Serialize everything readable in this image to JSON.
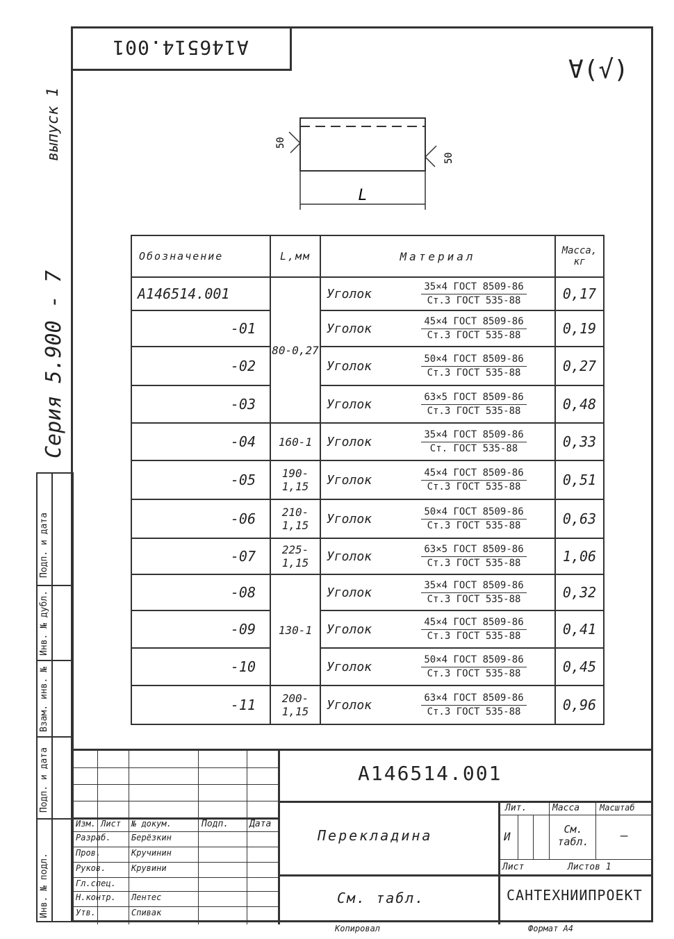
{
  "stamp_top": "А146514.001",
  "side_title": {
    "series": "Серия 5.900 - 7",
    "issue": "выпуск 1"
  },
  "roughness": "∀(√)",
  "sketch": {
    "rough_left": "50",
    "rough_right": "50",
    "length_label": "L"
  },
  "table": {
    "headers": [
      "Обозначение",
      "L,мм",
      "Материал",
      "Масса, кг"
    ],
    "rows": [
      {
        "des": "А146514.001",
        "len": "",
        "word": "Уголок",
        "num": "35×4  ГОСТ 8509-86",
        "den": "Ст.3  ГОСТ 535-88",
        "mass": "0,17"
      },
      {
        "des": "-01",
        "len": "80-0,27",
        "word": "Уголок",
        "num": "45×4  ГОСТ 8509-86",
        "den": "Ст.3  ГОСТ 535-88",
        "mass": "0,19"
      },
      {
        "des": "-02",
        "len": "",
        "word": "Уголок",
        "num": "50×4  ГОСТ 8509-86",
        "den": "Ст.3  ГОСТ 535-88",
        "mass": "0,27"
      },
      {
        "des": "-03",
        "len": "",
        "word": "Уголок",
        "num": "63×5  ГОСТ 8509-86",
        "den": "Ст.3  ГОСТ 535-88",
        "mass": "0,48"
      },
      {
        "des": "-04",
        "len": "160-1",
        "word": "Уголок",
        "num": "35×4  ГОСТ 8509-86",
        "den": "Ст.  ГОСТ 535-88",
        "mass": "0,33"
      },
      {
        "des": "-05",
        "len": "190-1,15",
        "word": "Уголок",
        "num": "45×4  ГОСТ 8509-86",
        "den": "Ст.3  ГОСТ 535-88",
        "mass": "0,51"
      },
      {
        "des": "-06",
        "len": "210-1,15",
        "word": "Уголок",
        "num": "50×4  ГОСТ 8509-86",
        "den": "Ст.3  ГОСТ 535-88",
        "mass": "0,63"
      },
      {
        "des": "-07",
        "len": "225-1,15",
        "word": "Уголок",
        "num": "63×5  ГОСТ 8509-86",
        "den": "Ст.3  ГОСТ 535-88",
        "mass": "1,06"
      },
      {
        "des": "-08",
        "len": "",
        "word": "Уголок",
        "num": "35×4  ГОСТ 8509-86",
        "den": "Ст.3  ГОСТ 535-88",
        "mass": "0,32"
      },
      {
        "des": "-09",
        "len": "130-1",
        "word": "Уголок",
        "num": "45×4  ГОСТ 8509-86",
        "den": "Ст.3  ГОСТ 535-88",
        "mass": "0,41"
      },
      {
        "des": "-10",
        "len": "",
        "word": "Уголок",
        "num": "50×4  ГОСТ 8509-86",
        "den": "Ст.3  ГОСТ 535-88",
        "mass": "0,45"
      },
      {
        "des": "-11",
        "len": "200-1,15",
        "word": "Уголок",
        "num": "63×4  ГОСТ 8509-86",
        "den": "Ст.3  ГОСТ 535-88",
        "mass": "0,96"
      }
    ]
  },
  "left_strip": [
    "Подп. и дата",
    "Инв. № дубл.",
    "Взам. инв. №",
    "Подп. и дата",
    "Инв. № подл."
  ],
  "title_block": {
    "code": "А146514.001",
    "name": "Перекладина",
    "material": "См. табл.",
    "org": "САНТЕХНИИПРОЕКТ",
    "lit_label": "Лит.",
    "mass_label": "Масса",
    "scale_label": "Масштаб",
    "lit_value": "И",
    "mass_value": "См. табл.",
    "scale_value": "—",
    "sheet_label": "Лист",
    "sheets_label": "Листов 1",
    "roles": [
      "Изм. Лист",
      "Разраб.",
      "Пров.",
      "Руков.",
      "Гл.спец.",
      "Н.контр.",
      "Утв."
    ],
    "people": [
      "№ докум.",
      "Берёзкин",
      "Кручинин",
      "Крувини",
      "",
      "Лентес",
      "Спивак"
    ],
    "col_labels": [
      "Подп.",
      "Дата"
    ],
    "footer_left": "Копировал",
    "footer_right": "Формат А4"
  }
}
